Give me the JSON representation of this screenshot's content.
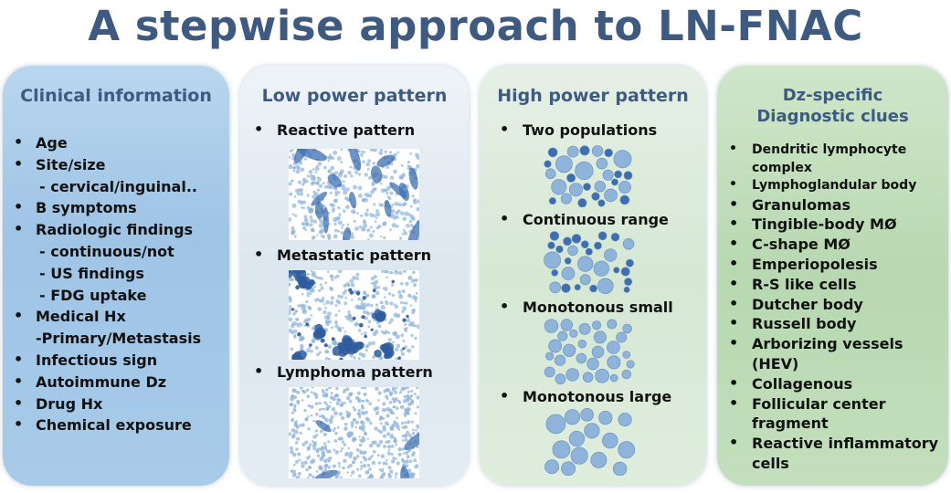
{
  "title": "A stepwise approach to LN-FNAC",
  "clinical": {
    "heading": "Clinical information",
    "items": [
      {
        "bullet": true,
        "text": "Age"
      },
      {
        "bullet": true,
        "text": "Site/size"
      },
      {
        "bullet": false,
        "text": "- cervical/inguinal.."
      },
      {
        "bullet": true,
        "text": "B symptoms"
      },
      {
        "bullet": true,
        "text": "Radiologic findings"
      },
      {
        "bullet": false,
        "text": "- continuous/not"
      },
      {
        "bullet": false,
        "text": "- US findings"
      },
      {
        "bullet": false,
        "text": "- FDG uptake"
      },
      {
        "bullet": true,
        "text": "Medical Hx"
      },
      {
        "bullet": false,
        "text": "-Primary/Metastasis"
      },
      {
        "bullet": true,
        "text": "Infectious sign"
      },
      {
        "bullet": true,
        "text": "Autoimmune Dz"
      },
      {
        "bullet": true,
        "text": "Drug Hx"
      },
      {
        "bullet": true,
        "text": "Chemical exposure"
      }
    ]
  },
  "low_power": {
    "heading": "Low power pattern",
    "patterns": [
      {
        "label": "Reactive pattern",
        "image": "reactive-pattern-image"
      },
      {
        "label": "Metastatic pattern",
        "image": "metastatic-pattern-image"
      },
      {
        "label": "Lymphoma pattern",
        "image": "lymphoma-pattern-image"
      }
    ]
  },
  "high_power": {
    "heading": "High power pattern",
    "patterns": [
      {
        "label": "Two populations",
        "image": "two-populations-image"
      },
      {
        "label": "Continuous range",
        "image": "continuous-range-image"
      },
      {
        "label": "Monotonous small",
        "image": "monotonous-small-image"
      },
      {
        "label": "Monotonous large",
        "image": "monotonous-large-image"
      }
    ]
  },
  "dz_specific": {
    "heading_line1": "Dz-specific",
    "heading_line2": "Diagnostic clues",
    "items": [
      {
        "bullet": true,
        "text": "Dendritic lymphocyte",
        "size": "s"
      },
      {
        "bullet": false,
        "text": "complex",
        "size": "s"
      },
      {
        "bullet": true,
        "text": "Lymphoglandular body",
        "size": "s"
      },
      {
        "bullet": true,
        "text": "Granulomas",
        "size": "l"
      },
      {
        "bullet": true,
        "text": "Tingible-body MØ",
        "size": "l"
      },
      {
        "bullet": true,
        "text": "C-shape MØ",
        "size": "l"
      },
      {
        "bullet": true,
        "text": "Emperiopolesis",
        "size": "l"
      },
      {
        "bullet": true,
        "text": "R-S like cells",
        "size": "l"
      },
      {
        "bullet": true,
        "text": "Dutcher body",
        "size": "l"
      },
      {
        "bullet": true,
        "text": "Russell body",
        "size": "l"
      },
      {
        "bullet": true,
        "text": "Arborizing vessels",
        "size": "l"
      },
      {
        "bullet": false,
        "text": "(HEV)",
        "size": "l"
      },
      {
        "bullet": true,
        "text": "Collagenous",
        "size": "l"
      },
      {
        "bullet": true,
        "text": "Follicular center",
        "size": "l"
      },
      {
        "bullet": false,
        "text": "fragment",
        "size": "l"
      },
      {
        "bullet": true,
        "text": "Reactive inflammatory",
        "size": "l"
      },
      {
        "bullet": false,
        "text": "cells",
        "size": "l"
      }
    ]
  },
  "colors": {
    "title": "#3e5a80",
    "cell_fill": "#8fb3d9",
    "cell_dark": "#3d6fb0",
    "cell_stroke": "#5f8cc4"
  }
}
